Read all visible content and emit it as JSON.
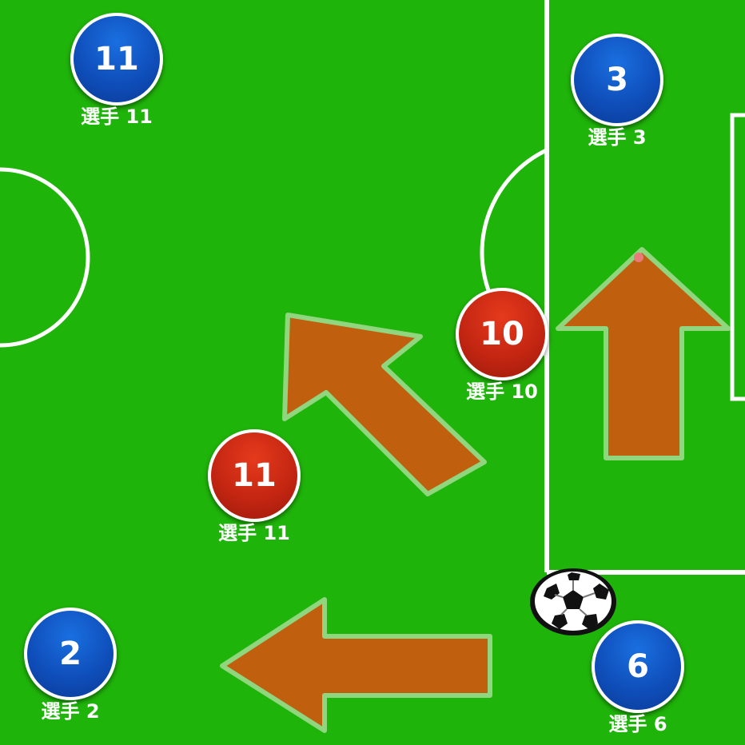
{
  "colors": {
    "pitch": "#1fb40a",
    "lines": "#ffffff",
    "team_blue": "#0f4fbb",
    "team_red": "#c42612",
    "arrow_fill": "#c0600f",
    "arrow_outline": "#8fd67e"
  },
  "players": {
    "blue_11": {
      "number": "11",
      "label": "選手 11"
    },
    "blue_3": {
      "number": "3",
      "label": "選手 3"
    },
    "red_10": {
      "number": "10",
      "label": "選手 10"
    },
    "red_11": {
      "number": "11",
      "label": "選手 11"
    },
    "blue_2": {
      "number": "2",
      "label": "選手 2"
    },
    "blue_6": {
      "number": "6",
      "label": "選手 6"
    }
  },
  "arrows": [
    {
      "name": "arrow-diagonal",
      "direction": "up-left"
    },
    {
      "name": "arrow-up",
      "direction": "up"
    },
    {
      "name": "arrow-left",
      "direction": "left"
    }
  ],
  "icons": {
    "ball": "soccer-ball-icon"
  }
}
